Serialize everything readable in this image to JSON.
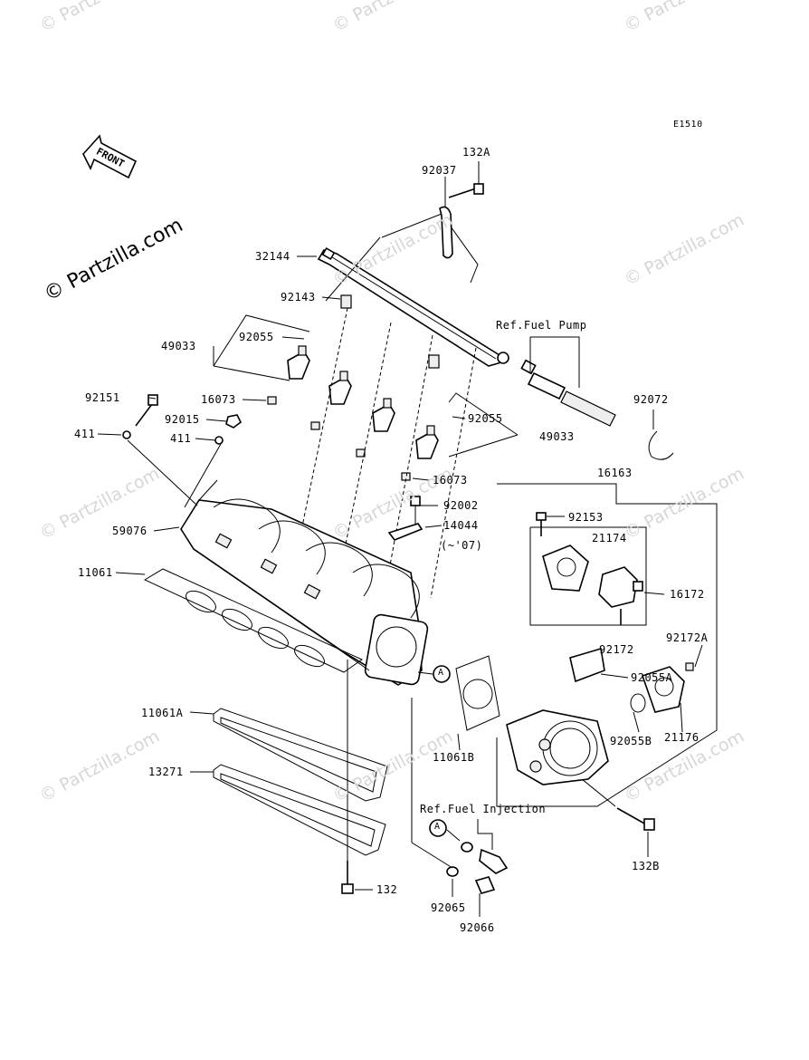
{
  "diagram_code": "E1510",
  "front_label": "FRONT",
  "watermark_main": "© Partzilla.com",
  "watermark_faint": "© Partzilla.com",
  "callouts": {
    "p132A": "132A",
    "p92037": "92037",
    "p32144": "32144",
    "p92143": "92143",
    "p49033_left": "49033",
    "p92055_left": "92055",
    "p16073_left": "16073",
    "p92151": "92151",
    "p92015": "92015",
    "p411_a": "411",
    "p411_b": "411",
    "ref_fuel_pump": "Ref.Fuel Pump",
    "p92072": "92072",
    "p92055_right": "92055",
    "p49033_right": "49033",
    "p16073_right": "16073",
    "p16163": "16163",
    "p92002": "92002",
    "p14044": "14044",
    "p14044_note": "(~'07)",
    "p59076": "59076",
    "p11061": "11061",
    "p92153": "92153",
    "p21174": "21174",
    "p16172": "16172",
    "p92172": "92172",
    "p92172A": "92172A",
    "p92055A": "92055A",
    "marker_A": "A",
    "p11061A": "11061A",
    "p11061B": "11061B",
    "p92055B": "92055B",
    "p21176": "21176",
    "p13271": "13271",
    "ref_fuel_injection": "Ref.Fuel Injection",
    "marker_A2": "A",
    "p132": "132",
    "p92065": "92065",
    "p92066": "92066",
    "p132B": "132B"
  }
}
